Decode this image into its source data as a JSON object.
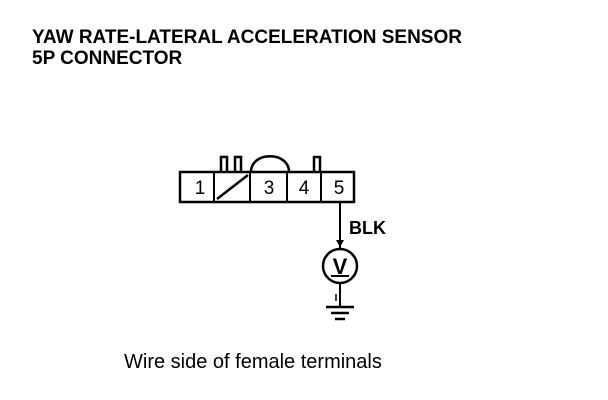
{
  "title": {
    "line1": "YAW RATE-LATERAL ACCELERATION SENSOR",
    "line2": "5P CONNECTOR"
  },
  "connector": {
    "terminals": [
      {
        "label": "1"
      },
      {
        "label": "",
        "blank": true
      },
      {
        "label": "3"
      },
      {
        "label": "4"
      },
      {
        "label": "5"
      }
    ]
  },
  "wire": {
    "color_label": "BLK",
    "terminal": "5"
  },
  "meter": {
    "symbol": "V"
  },
  "caption": "Wire side of female terminals"
}
